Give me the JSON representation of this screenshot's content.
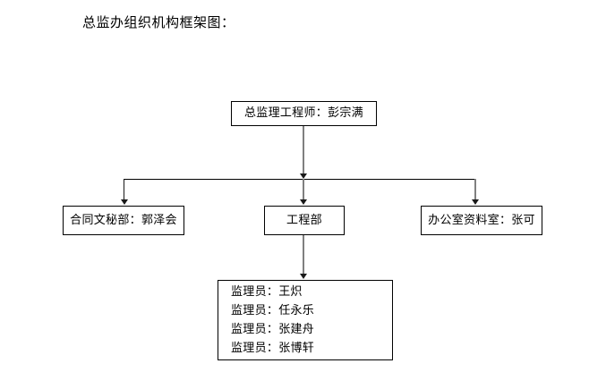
{
  "page": {
    "title": "总监办组织机构框架图："
  },
  "org_chart": {
    "type": "diagram",
    "orientation": "top-down",
    "colors": {
      "box_border": "#000000",
      "background": "#ffffff",
      "text": "#000000",
      "connector_gray": "#808080",
      "connector_black": "#1a1a1a"
    },
    "root": {
      "label": "总监理工程师：彭宗满"
    },
    "departments": [
      {
        "label": "合同文秘部：郭泽会"
      },
      {
        "label": "工程部"
      },
      {
        "label": "办公室资料室：张可"
      }
    ],
    "inspectors": [
      {
        "label": "监理员：王炽"
      },
      {
        "label": "监理员：任永乐"
      },
      {
        "label": "监理员：张建舟"
      },
      {
        "label": "监理员：张博轩"
      }
    ]
  }
}
